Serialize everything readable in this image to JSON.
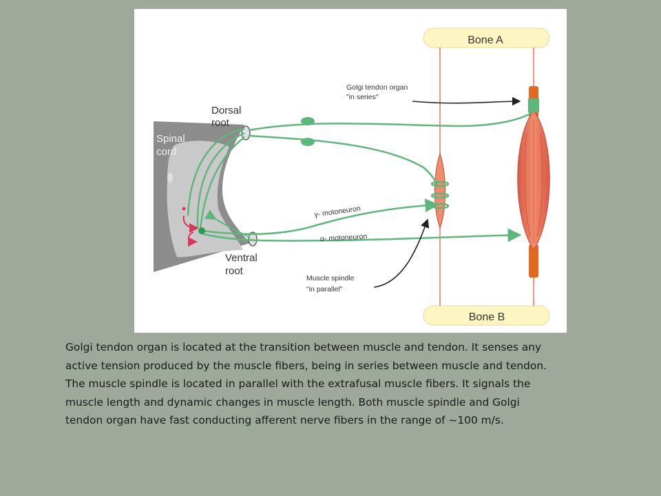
{
  "figure": {
    "labels": {
      "bone_a": "Bone A",
      "bone_b": "Bone B",
      "golgi_line1": "Golgi tendon organ",
      "golgi_line2": "\"in series\"",
      "dorsal_line1": "Dorsal",
      "dorsal_line2": "root",
      "spinal_line1": "Spinal",
      "spinal_line2": "cord",
      "gamma_motoneuron": "γ- motoneuron",
      "alpha_motoneuron": "α- motoneuron",
      "ventral_line1": "Ventral",
      "ventral_line2": "root",
      "spindle_line1": "Muscle spindle",
      "spindle_line2": "\"in parallel\""
    },
    "colors": {
      "nerve": "#5cb87a",
      "muscle": "#e8745a",
      "tendon": "#e06a20",
      "bone": "#fdf6c3",
      "spinal_cord": "#8c8c8c",
      "grey_matter": "#c9c9c9",
      "motor_arrow": "#d9365a"
    }
  },
  "caption": {
    "lines": [
      "Golgi tendon organ is located at the transition between muscle and tendon. It senses any",
      "active tension produced by the muscle fibers, being in series between muscle and tendon.",
      "The muscle spindle is located in parallel with the extrafusal muscle fibers. It signals the",
      "muscle length and dynamic changes in muscle length. Both muscle spindle and  Golgi",
      "tendon organ have fast conducting afferent nerve fibers in the range of ~100 m/s."
    ]
  }
}
